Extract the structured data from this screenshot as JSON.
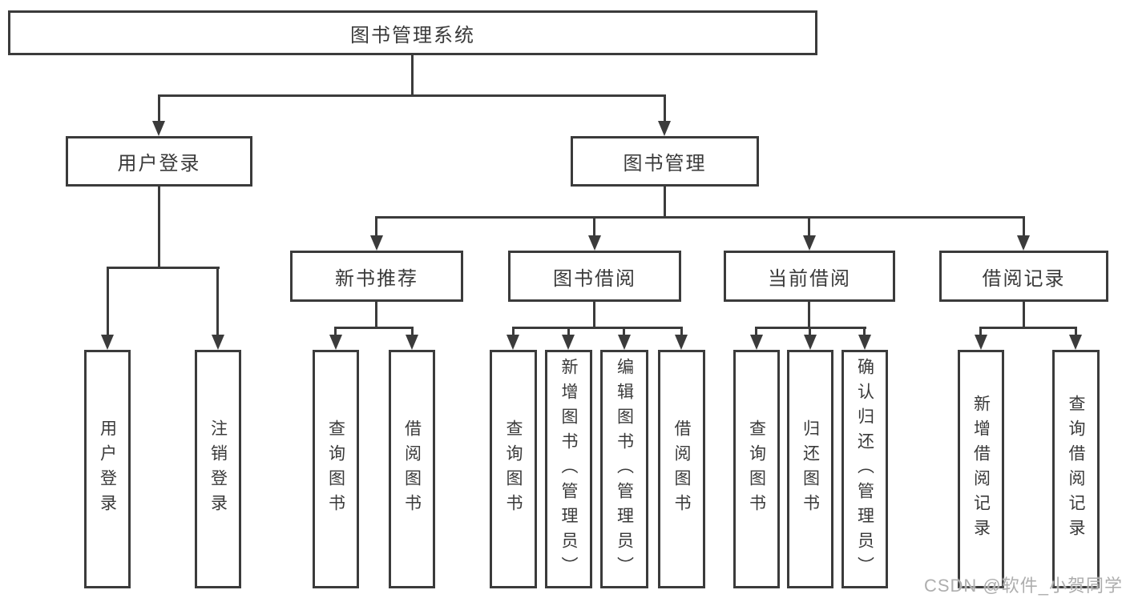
{
  "tree": {
    "label": "图书管理系统",
    "children": [
      {
        "label": "用户登录",
        "children": [
          {
            "label": "用户登录"
          },
          {
            "label": "注销登录"
          }
        ]
      },
      {
        "label": "图书管理",
        "children": [
          {
            "label": "新书推荐",
            "children": [
              {
                "label": "查询图书"
              },
              {
                "label": "借阅图书"
              }
            ]
          },
          {
            "label": "图书借阅",
            "children": [
              {
                "label": "查询图书"
              },
              {
                "label": "新增图书（管理员）"
              },
              {
                "label": "编辑图书（管理员）"
              },
              {
                "label": "借阅图书"
              }
            ]
          },
          {
            "label": "当前借阅",
            "children": [
              {
                "label": "查询图书"
              },
              {
                "label": "归还图书"
              },
              {
                "label": "确认归还（管理员）"
              }
            ]
          },
          {
            "label": "借阅记录",
            "children": [
              {
                "label": "新增借阅记录"
              },
              {
                "label": "查询借阅记录"
              }
            ]
          }
        ]
      }
    ]
  },
  "watermark": {
    "text": "CSDN @软件_小贺同学"
  },
  "colors": {
    "line": "#3b3b3b",
    "text": "#3a3a3a",
    "watermark": "#aeaeae",
    "background": "#ffffff"
  }
}
